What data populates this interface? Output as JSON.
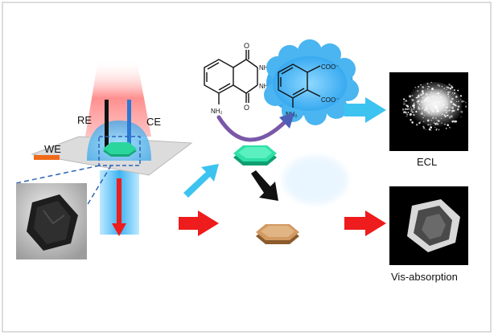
{
  "labels": {
    "re": "RE",
    "ce": "CE",
    "we": "WE",
    "ecl": "ECL",
    "vis_absorption": "Vis-absorption"
  },
  "molecules": {
    "luminol": {
      "oxygen_top": "O",
      "oxygen_bottom": "O",
      "nh_top": "NH",
      "nh_bottom": "NH",
      "amine": "NH₂"
    },
    "aminophthalate": {
      "carboxylate_top": "COO⁻",
      "carboxylate_bottom": "COO⁻",
      "amine": "NH₂"
    }
  },
  "colors": {
    "cyan_arrow": "#3cc3f0",
    "red_arrow": "#ee1c1c",
    "black_arrow": "#111111",
    "green_crystal": "#27d39a",
    "bronze_crystal": "#c8955e",
    "glow_blue": "#4ab5f0",
    "laser_red": "#ff6b6b",
    "electrode_black": "#111111",
    "electrode_blue": "#2a78d6",
    "we_orange": "#ef6a1a",
    "substrate_gray": "#dcdcdc"
  },
  "icons": [
    "red-light-beam-icon",
    "blue-light-beam-icon",
    "red-down-arrow-icon",
    "cyan-arrow-icon",
    "red-arrow-icon",
    "black-arrow-icon",
    "curved-reaction-arrow-icon",
    "ecl-image-icon",
    "absorption-image-icon",
    "sem-crystal-image-icon"
  ]
}
